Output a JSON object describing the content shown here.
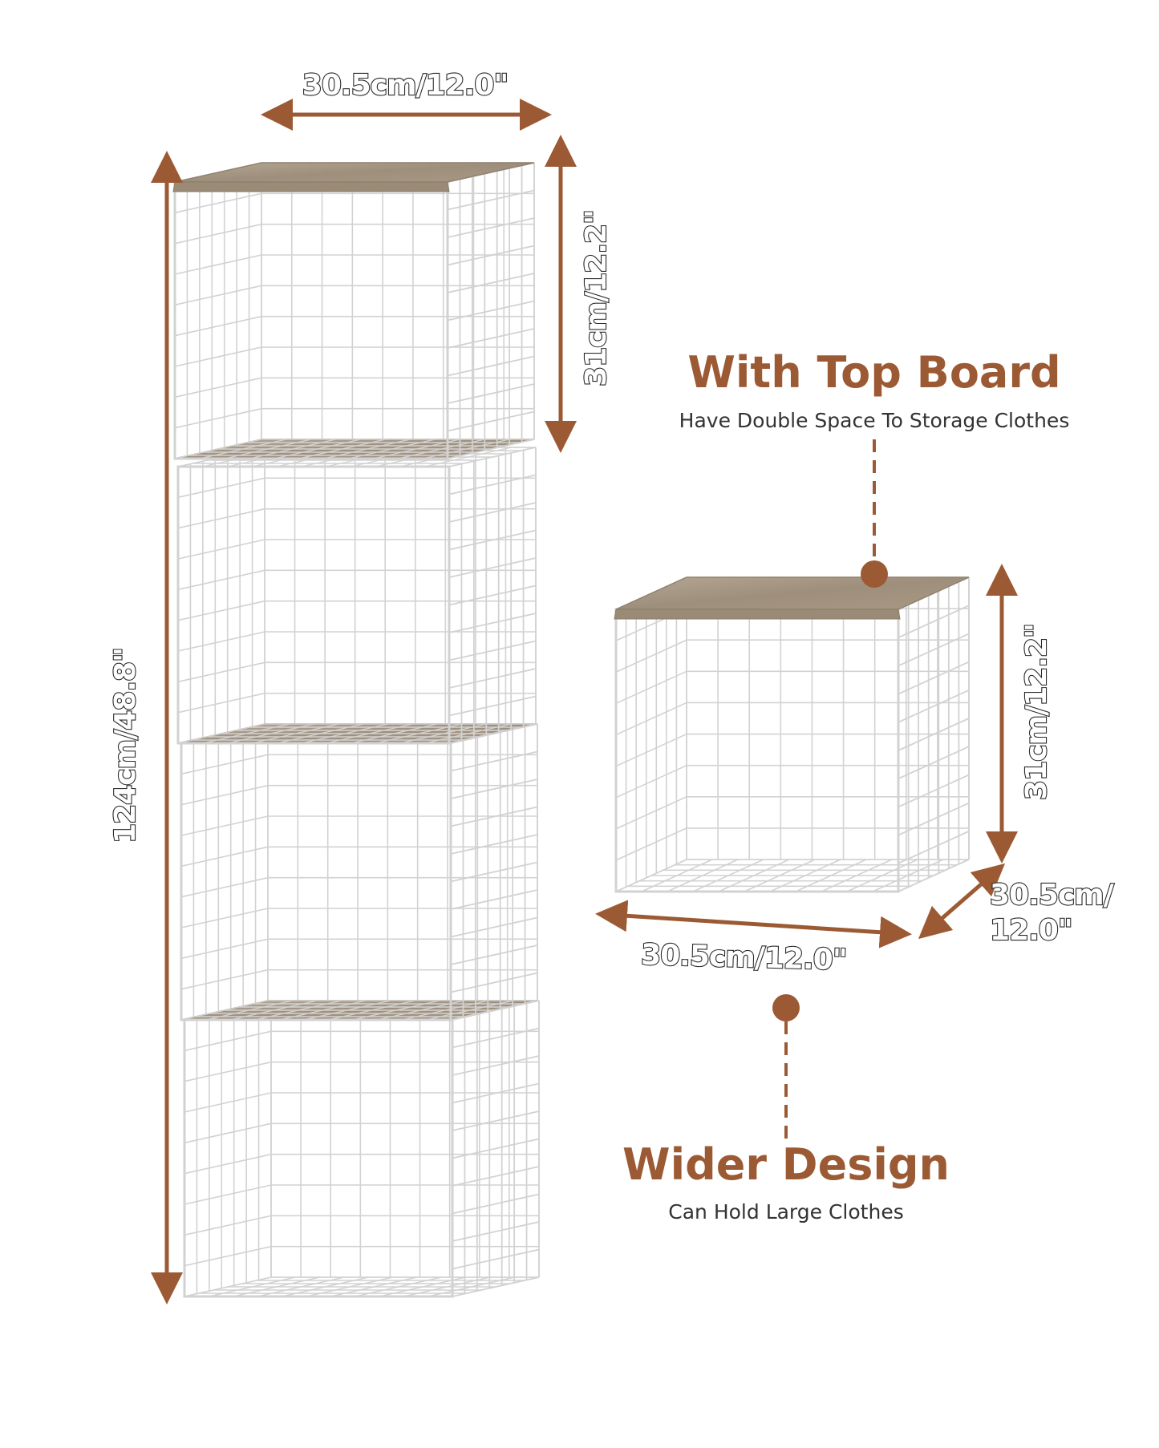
{
  "colors": {
    "accent": "#9c5a34",
    "wire": "#d2d2d2",
    "wood": "#a99a86",
    "text": "#333333"
  },
  "tower": {
    "width_label": "30.5cm/12.0\"",
    "cube_height_label": "31cm/12.2\"",
    "total_height_label": "124cm/48.8\""
  },
  "single_cube": {
    "height_label": "31cm/12.2\"",
    "width_label": "30.5cm/12.0\"",
    "depth_label_line1": "30.5cm/",
    "depth_label_line2": "12.0\""
  },
  "callouts": {
    "top_board": {
      "title": "With Top Board",
      "subtitle": "Have Double Space To Storage Clothes"
    },
    "wider": {
      "title": "Wider Design",
      "subtitle": "Can Hold Large Clothes"
    }
  }
}
